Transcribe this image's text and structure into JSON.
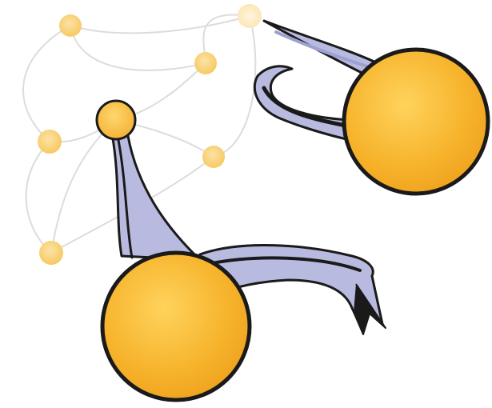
{
  "diagram": {
    "kind": "network-graph-illustration",
    "colors": {
      "background": "#ffffff",
      "edge": "#dcdcdc",
      "small_node_fill": "#f6c555",
      "small_node_glow": "#fbe3a6",
      "highlight_node_fill": "#f2ad2b",
      "big_node_fill": "#f6b22a",
      "big_node_highlight": "#ffd35c",
      "outline": "#1a1a1a",
      "tether_fill": "#b8badf",
      "tether_shade": "#9ea1cf"
    },
    "nodes": [
      {
        "id": "n-top-left",
        "role": "small-node"
      },
      {
        "id": "n-top-right",
        "role": "small-node-faded"
      },
      {
        "id": "n-mid-right",
        "role": "small-node"
      },
      {
        "id": "n-hub",
        "role": "highlighted-node"
      },
      {
        "id": "n-left",
        "role": "small-node"
      },
      {
        "id": "n-right",
        "role": "small-node"
      },
      {
        "id": "n-bottom-left",
        "role": "small-node"
      },
      {
        "id": "big-right",
        "role": "detached-large-node"
      },
      {
        "id": "big-bottom",
        "role": "detached-large-node"
      }
    ],
    "edges": [
      {
        "from": "n-top-left",
        "to": "n-top-right"
      },
      {
        "from": "n-top-left",
        "to": "n-left"
      },
      {
        "from": "n-top-left",
        "to": "n-mid-right"
      },
      {
        "from": "n-top-right",
        "to": "n-mid-right"
      },
      {
        "from": "n-top-right",
        "to": "n-right"
      },
      {
        "from": "n-hub",
        "to": "n-mid-right"
      },
      {
        "from": "n-hub",
        "to": "n-left"
      },
      {
        "from": "n-hub",
        "to": "n-right"
      },
      {
        "from": "n-hub",
        "to": "n-bottom-left"
      },
      {
        "from": "n-left",
        "to": "n-bottom-left"
      },
      {
        "from": "n-right",
        "to": "n-bottom-left"
      }
    ],
    "tethers": [
      {
        "from": "n-top-right",
        "to": "big-right"
      },
      {
        "from": "n-hub",
        "to": "big-bottom"
      }
    ]
  }
}
